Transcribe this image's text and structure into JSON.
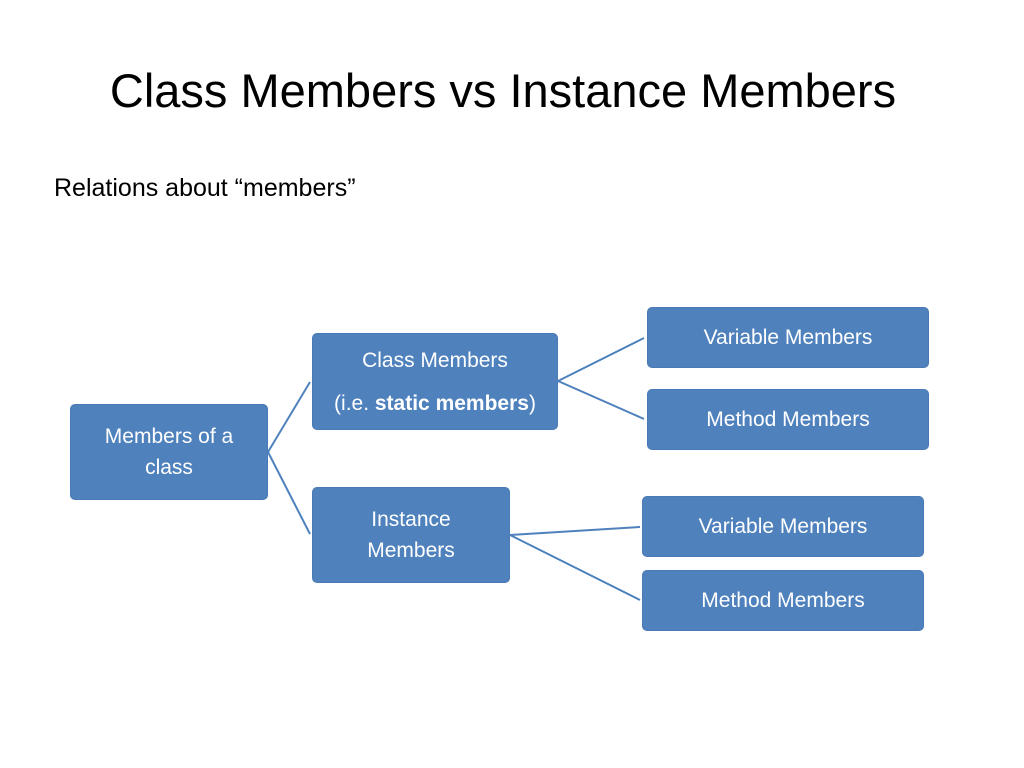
{
  "slide": {
    "title": "Class Members vs Instance Members",
    "subtitle": "Relations about “members”"
  },
  "colors": {
    "node_fill": "#4f81bd",
    "node_text": "#ffffff",
    "connector": "#4f81bd"
  },
  "diagram": {
    "root": {
      "line1": "Members of a",
      "line2": "class"
    },
    "class_members": {
      "line1": "Class Members",
      "prefix": "(i.e. ",
      "bold": "static members",
      "suffix": ")"
    },
    "instance_members": {
      "line1": "Instance",
      "line2": "Members"
    },
    "class_variable": {
      "label": "Variable Members"
    },
    "class_method": {
      "label": "Method Members"
    },
    "instance_variable": {
      "label": "Variable Members"
    },
    "instance_method": {
      "label": "Method Members"
    }
  }
}
